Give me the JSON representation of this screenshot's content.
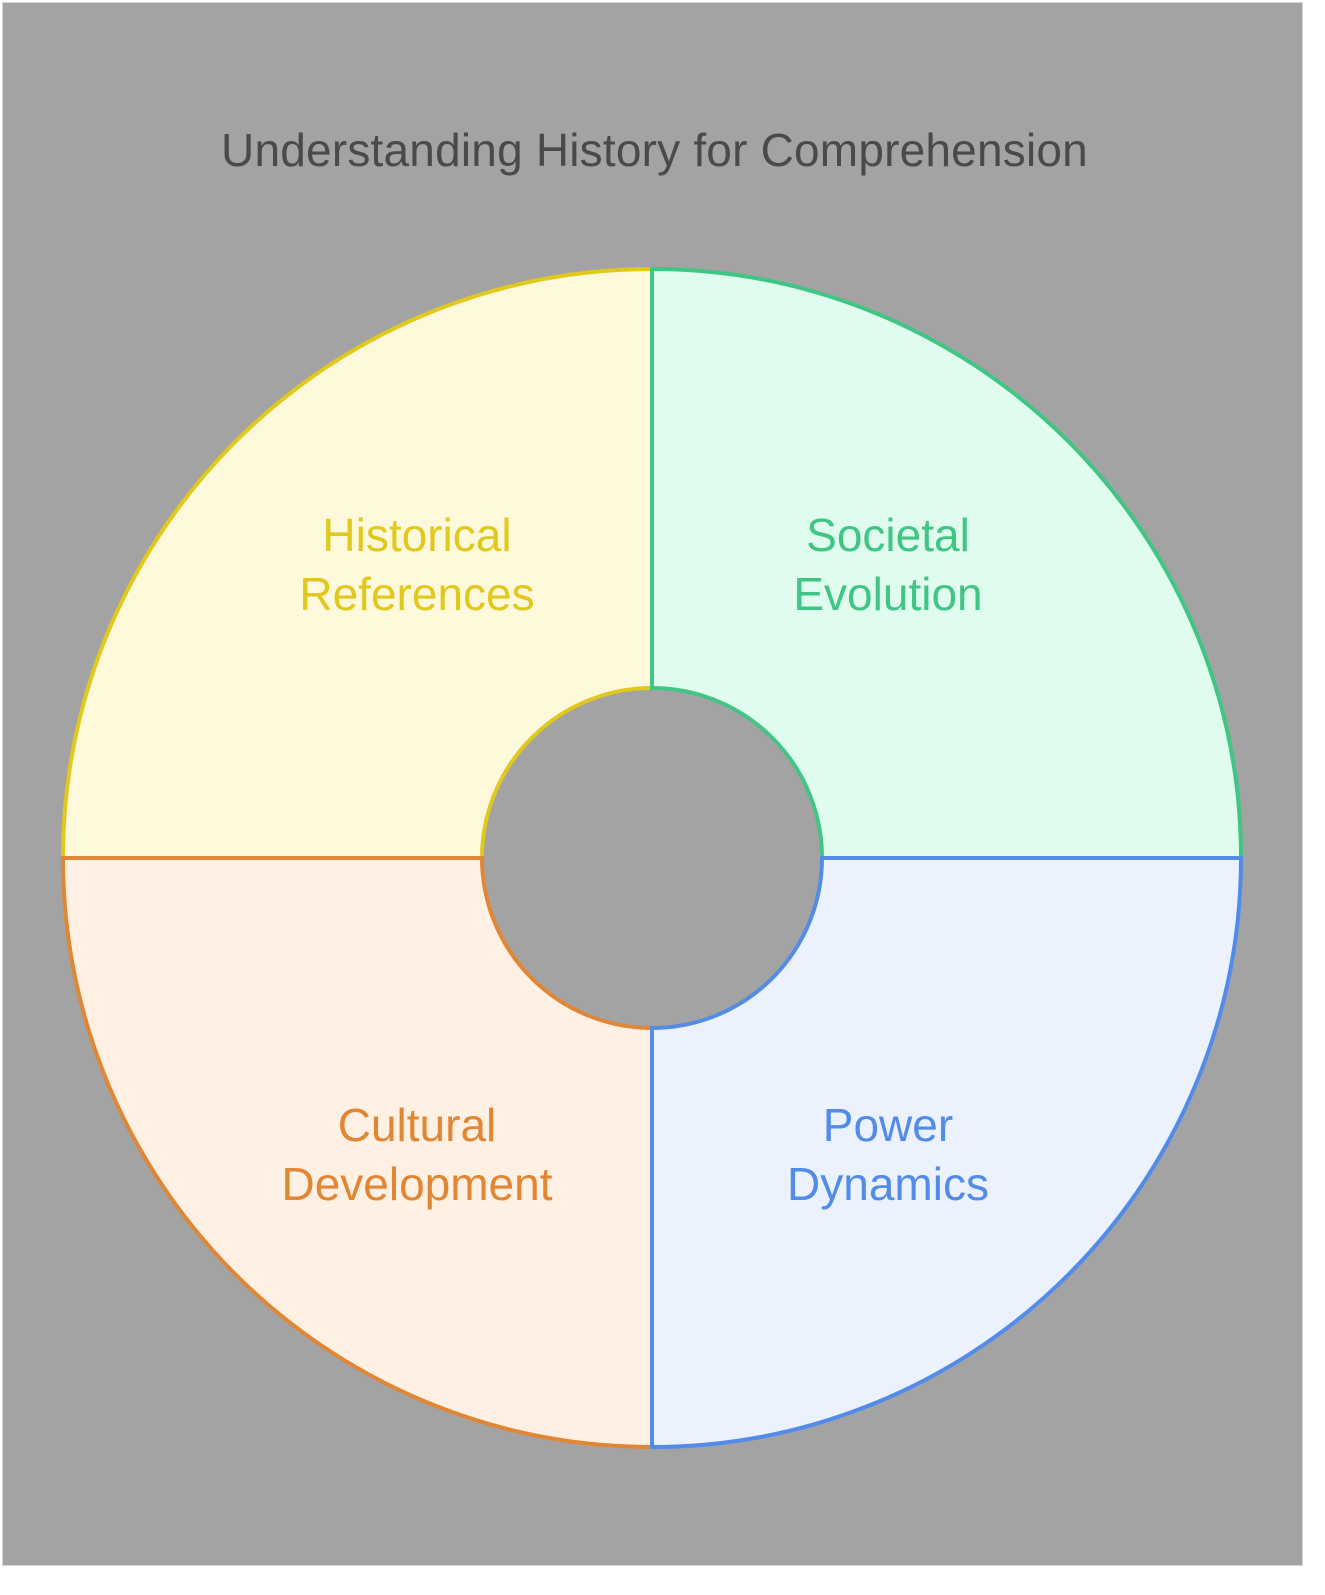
{
  "title": "Understanding History for Comprehension",
  "colors": {
    "background": "#a3a3a3",
    "title": "#4a4a4a"
  },
  "segments": [
    {
      "id": "historical-references",
      "line1": "Historical",
      "line2": "References",
      "stroke": "#e0c81c",
      "fill": "#fff9dc",
      "text": "#e0c81c",
      "position": "top-left"
    },
    {
      "id": "societal-evolution",
      "line1": "Societal",
      "line2": "Evolution",
      "stroke": "#40c584",
      "fill": "#e0fcee",
      "text": "#40c584",
      "position": "top-right"
    },
    {
      "id": "cultural-development",
      "line1": "Cultural",
      "line2": "Development",
      "stroke": "#e08634",
      "fill": "#fff0e4",
      "text": "#e08634",
      "position": "bottom-left"
    },
    {
      "id": "power-dynamics",
      "line1": "Power",
      "line2": "Dynamics",
      "stroke": "#528be8",
      "fill": "#ebf2fe",
      "text": "#528be8",
      "position": "bottom-right"
    }
  ]
}
